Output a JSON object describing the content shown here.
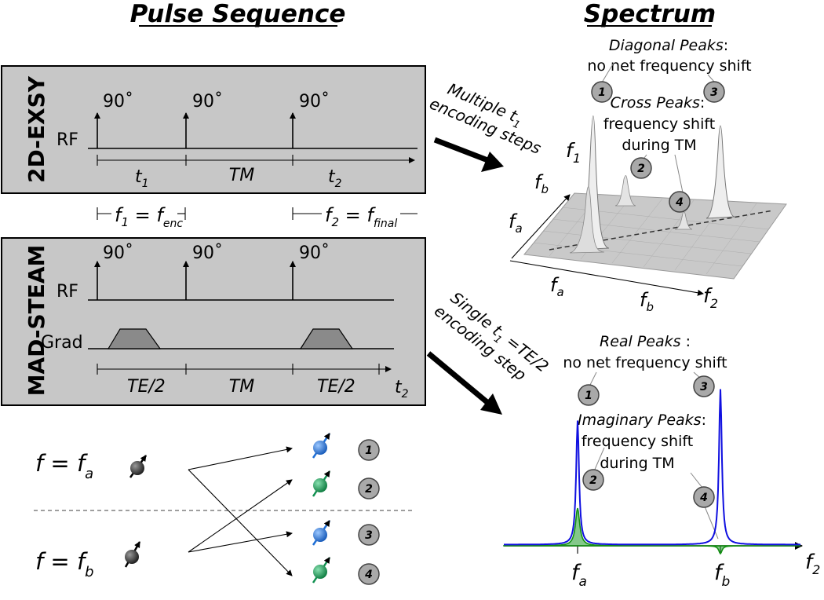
{
  "headings": {
    "left": "Pulse Sequence",
    "right": "Spectrum"
  },
  "exsy": {
    "label": "2D-EXSY",
    "pulse_labels": [
      "90˚",
      "90˚",
      "90˚"
    ],
    "rf": "RF",
    "t1": "t",
    "t1_sub": "1",
    "tm": "TM",
    "t2": "t",
    "t2_sub": "2"
  },
  "freq_labels": {
    "f1": "f",
    "f1_sub": "1",
    "f1_eq": " = f",
    "f1_eq_sub": "enc",
    "f2": "f",
    "f2_sub": "2",
    "f2_eq": " = f",
    "f2_eq_sub": "final"
  },
  "steam": {
    "label": "MAD-STEAM",
    "pulse_labels": [
      "90˚",
      "90˚",
      "90˚"
    ],
    "rf": "RF",
    "grad": "Grad",
    "te1": "TE/2",
    "tm": "TM",
    "te2": "TE/2",
    "t2": "t",
    "t2_sub": "2"
  },
  "arrows": {
    "multiple_line1": "Multiple t",
    "multiple_sub": "1",
    "multiple_line2": "encoding steps",
    "single_line1a": "Single t",
    "single_sub": "1",
    "single_line1b": " =TE/2",
    "single_line2": "encoding step"
  },
  "spectrum_2d": {
    "diag_title": "Diagonal Peaks",
    "diag_colon": ":",
    "diag_desc": "no net frequency shift",
    "cross_title": "Cross Peaks",
    "cross_colon": ":",
    "cross_desc1": "frequency shift",
    "cross_desc2": "during TM",
    "axis_f1": "f",
    "axis_f1_sub": "1",
    "axis_f2": "f",
    "axis_f2_sub": "2",
    "fb_y": "f",
    "fb_y_sub": "b",
    "fa_y": "f",
    "fa_y_sub": "a",
    "fa_x": "f",
    "fa_x_sub": "a",
    "fb_x": "f",
    "fb_x_sub": "b",
    "markers": [
      "1",
      "3",
      "2",
      "4"
    ]
  },
  "spectrum_1d": {
    "real_title": "Real Peaks ",
    "real_colon": ":",
    "real_desc": "no net frequency shift",
    "imag_title": "Imaginary Peaks",
    "imag_colon": ":",
    "imag_desc1": "frequency shift",
    "imag_desc2": "during TM",
    "axis_f2": "f",
    "axis_f2_sub": "2",
    "fa": "f",
    "fa_sub": "a",
    "fb": "f",
    "fb_sub": "b",
    "markers": [
      "1",
      "3",
      "2",
      "4"
    ],
    "colors": {
      "real": "#1010e0",
      "imag": "#129012"
    }
  },
  "spins": {
    "fa_lhs": "f = f",
    "fa_sub": "a",
    "fb_lhs": "f = f",
    "fb_sub": "b",
    "markers": [
      "1",
      "2",
      "3",
      "4"
    ],
    "colors": {
      "blue": "#1f6fd6",
      "green": "#109050",
      "black": "#2a2a2a"
    }
  }
}
